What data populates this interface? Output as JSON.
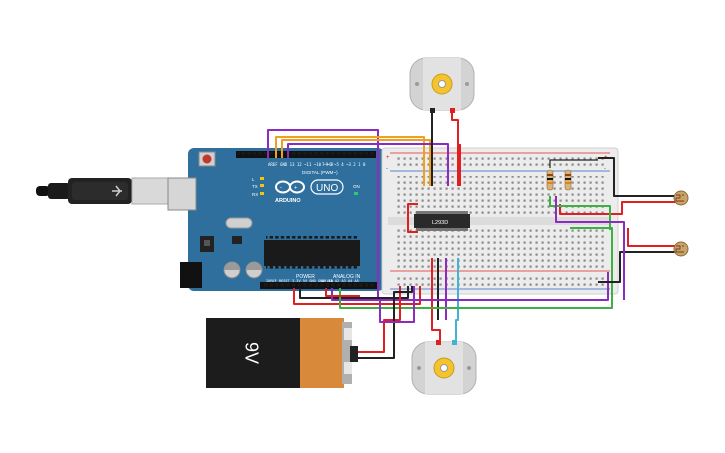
{
  "arduino": {
    "logo_text": "ARDUINO",
    "model": "UNO",
    "digital_header": "DIGITAL (PWM~)",
    "power_header": "POWER",
    "analog_header": "ANALOG IN",
    "tx_label": "TX",
    "rx_label": "RX",
    "l_label": "L",
    "on_label": "ON",
    "body_color": "#2e6f9e"
  },
  "battery": {
    "label": "9V",
    "body_color": "#1c1c1c",
    "cap_color": "#d88a3a"
  },
  "breadboard": {
    "body_color": "#ececec",
    "chip_label": "L293D",
    "plus_sign": "+",
    "minus_sign": "-"
  },
  "wire_colors": {
    "red": "#e02020",
    "black": "#222222",
    "purple": "#8e2bbf",
    "orange": "#f0a020",
    "green": "#3cb043",
    "cyan": "#3fb5d6"
  },
  "icons": {
    "usb": "usb-cable-icon",
    "motor": "dc-motor-icon",
    "photoresistor": "photoresistor-icon"
  }
}
